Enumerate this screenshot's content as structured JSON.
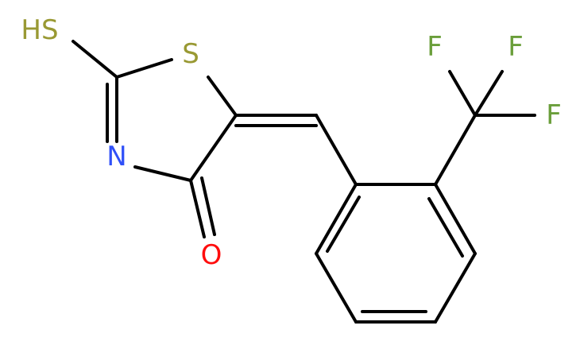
{
  "molecule": {
    "atoms": {
      "sh": {
        "label": "HS",
        "color": "#999933"
      },
      "s1": {
        "label": "S",
        "color": "#999933"
      },
      "n": {
        "label": "N",
        "color": "#3050F8"
      },
      "o": {
        "label": "O",
        "color": "#FF0D0D"
      },
      "f1": {
        "label": "F",
        "color": "#6A9E3A"
      },
      "f2": {
        "label": "F",
        "color": "#6A9E3A"
      },
      "f3": {
        "label": "F",
        "color": "#6A9E3A"
      }
    },
    "bond_color": "#000000"
  }
}
